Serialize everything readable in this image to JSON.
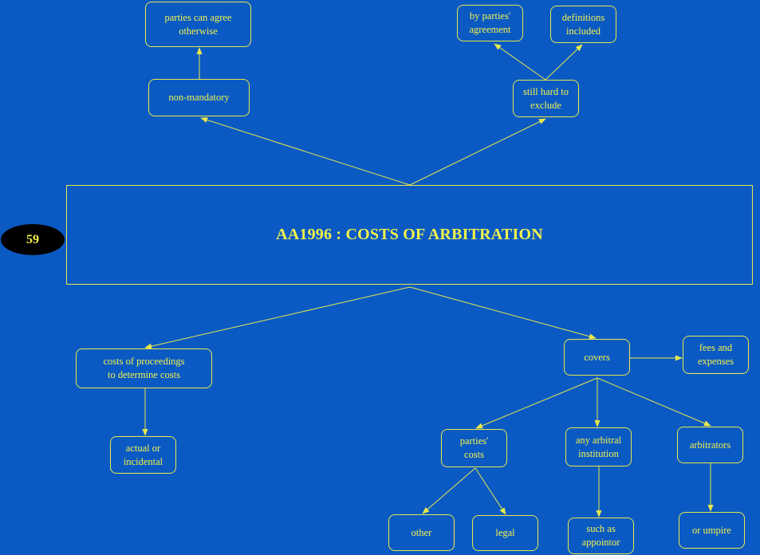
{
  "page_number": "59",
  "title": "AA1996 : COSTS OF ARBITRATION",
  "nodes": {
    "parties_can_agree": "parties can agree\notherwise",
    "non_mandatory": "non-mandatory",
    "by_parties_agreement": "by parties'\nagreement",
    "definitions_included": "definitions\nincluded",
    "still_hard_to_exclude": "still hard to\nexclude",
    "costs_of_proceedings": "costs of proceedings\nto determine costs",
    "actual_or_incidental": "actual or\nincidental",
    "covers": "covers",
    "fees_and_expenses": "fees and\nexpenses",
    "parties_costs": "parties'\ncosts",
    "any_arbitral_institution": "any arbitral\ninstitution",
    "arbitrators": "arbitrators",
    "other": "other",
    "legal": "legal",
    "such_as_appointor": "such as\nappointor",
    "or_umpire": "or umpire"
  },
  "colors": {
    "background": "#0b5ac4",
    "line": "#e8e84a",
    "text": "#f2f24a",
    "badge": "#000000"
  }
}
